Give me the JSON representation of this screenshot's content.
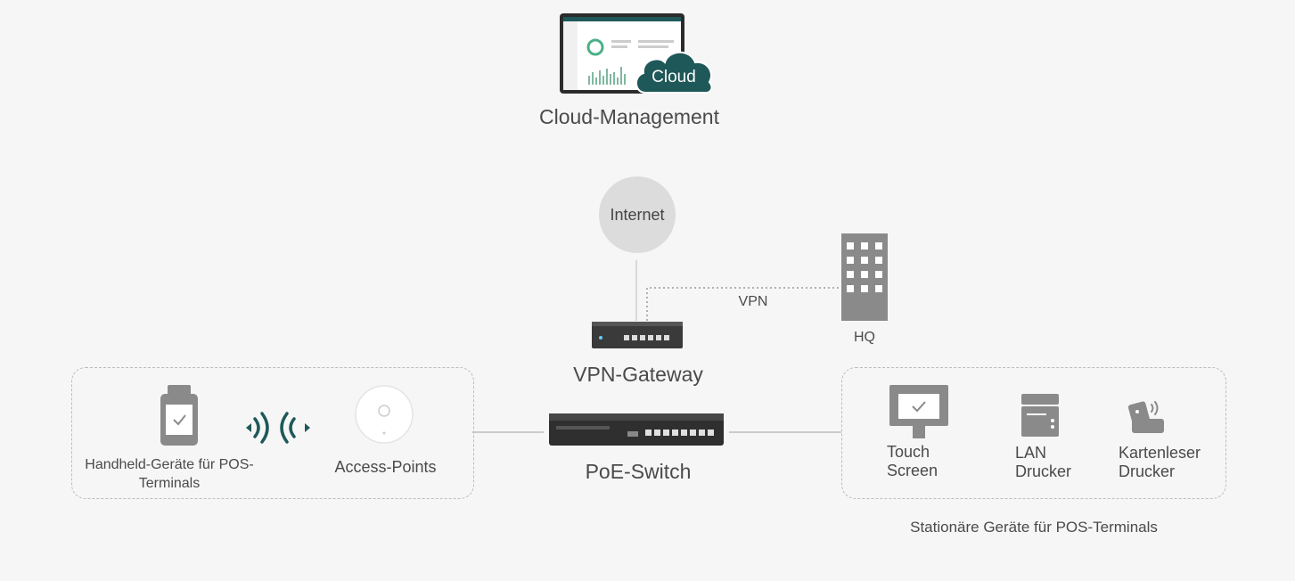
{
  "cloud": {
    "badge": "Cloud",
    "label": "Cloud-Management"
  },
  "internet": {
    "label": "Internet"
  },
  "vpn": {
    "label": "VPN"
  },
  "hq": {
    "label": "HQ"
  },
  "gateway": {
    "label": "VPN-Gateway"
  },
  "switch": {
    "label": "PoE-Switch"
  },
  "left_group": {
    "handheld": {
      "line1": "Handheld-Geräte für POS-",
      "line2": "Terminals"
    },
    "access_points": {
      "label": "Access-Points"
    }
  },
  "right_group": {
    "caption": "Stationäre Geräte für POS-Terminals",
    "touch": {
      "line1": "Touch",
      "line2": "Screen"
    },
    "printer": {
      "line1": "LAN",
      "line2": "Drucker"
    },
    "card": {
      "line1": "Kartenleser",
      "line2": "Drucker"
    }
  },
  "colors": {
    "teal": "#1f5858",
    "gray_icon": "#8a8a8a",
    "circle": "#dcdcdc"
  }
}
